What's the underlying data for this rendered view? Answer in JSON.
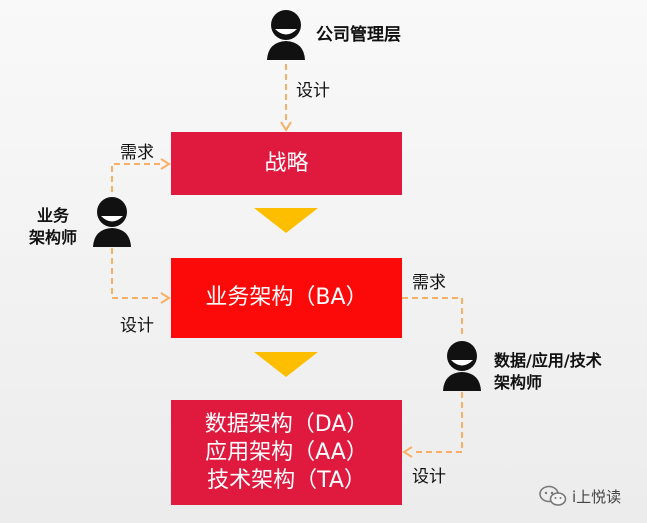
{
  "roles": {
    "management": "公司管理层",
    "business_architect": [
      "业务",
      "架构师"
    ],
    "tech_architect": [
      "数据/应用/技术",
      "架构师"
    ]
  },
  "boxes": {
    "strategy": "战略",
    "business_architecture": "业务架构（BA）",
    "tech_lines": [
      "数据架构（DA）",
      "应用架构（AA）",
      "技术架构（TA）"
    ]
  },
  "edges": {
    "management_design": "设计",
    "ba_demand": "需求",
    "ba_design": "设计",
    "tech_demand": "需求",
    "tech_design": "设计"
  },
  "watermark": "i上悦读",
  "colors": {
    "box_red": "#e0193e",
    "ba_red": "#fc0a0a",
    "flow_arrow": "#fdbe00",
    "dashed_line": "#f7b065",
    "person": "#111111"
  }
}
